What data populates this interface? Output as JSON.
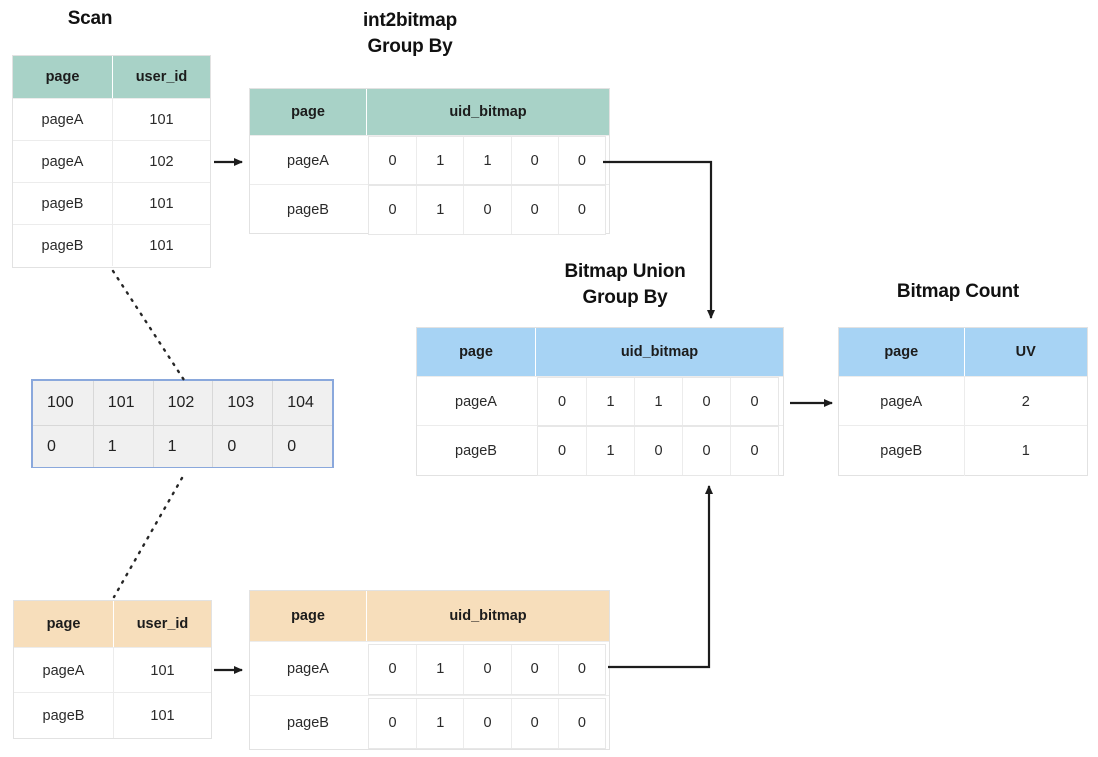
{
  "diagram": {
    "title_scan": "Scan",
    "title_int2bitmap": "int2bitmap\nGroup By",
    "title_bitmap_union": "Bitmap Union\nGroup By",
    "title_bitmap_count": "Bitmap Count",
    "colors": {
      "green_header": "#a8d2c7",
      "blue_header": "#a7d3f4",
      "orange_header": "#f7debb",
      "strip_border": "#8aa8dc",
      "strip_fill": "#f0f0f0",
      "arrow": "#1c1c1c",
      "background": "#ffffff"
    }
  },
  "scan_table_top": {
    "headers": [
      "page",
      "user_id"
    ],
    "rows": [
      [
        "pageA",
        "101"
      ],
      [
        "pageA",
        "102"
      ],
      [
        "pageB",
        "101"
      ],
      [
        "pageB",
        "101"
      ]
    ]
  },
  "int2bitmap_table": {
    "headers": [
      "page",
      "uid_bitmap"
    ],
    "rows": [
      {
        "page": "pageA",
        "bits": [
          "0",
          "1",
          "1",
          "0",
          "0"
        ]
      },
      {
        "page": "pageB",
        "bits": [
          "0",
          "1",
          "0",
          "0",
          "0"
        ]
      }
    ]
  },
  "bitmap_strip": {
    "ids": [
      "100",
      "101",
      "102",
      "103",
      "104"
    ],
    "bits": [
      "0",
      "1",
      "1",
      "0",
      "0"
    ]
  },
  "bitmap_union_table": {
    "headers": [
      "page",
      "uid_bitmap"
    ],
    "rows": [
      {
        "page": "pageA",
        "bits": [
          "0",
          "1",
          "1",
          "0",
          "0"
        ]
      },
      {
        "page": "pageB",
        "bits": [
          "0",
          "1",
          "0",
          "0",
          "0"
        ]
      }
    ]
  },
  "bitmap_count_table": {
    "headers": [
      "page",
      "UV"
    ],
    "rows": [
      [
        "pageA",
        "2"
      ],
      [
        "pageB",
        "1"
      ]
    ]
  },
  "scan_table_bottom": {
    "headers": [
      "page",
      "user_id"
    ],
    "rows": [
      [
        "pageA",
        "101"
      ],
      [
        "pageB",
        "101"
      ]
    ]
  },
  "int2bitmap_table_bottom": {
    "headers": [
      "page",
      "uid_bitmap"
    ],
    "rows": [
      {
        "page": "pageA",
        "bits": [
          "0",
          "1",
          "0",
          "0",
          "0"
        ]
      },
      {
        "page": "pageB",
        "bits": [
          "0",
          "1",
          "0",
          "0",
          "0"
        ]
      }
    ]
  },
  "connectors": [
    {
      "name": "scan-to-int2bitmap-top",
      "kind": "arrow-right"
    },
    {
      "name": "int2bitmap-top-to-union",
      "kind": "elbow-down"
    },
    {
      "name": "union-to-count",
      "kind": "arrow-right"
    },
    {
      "name": "scan-to-int2bitmap-bottom",
      "kind": "arrow-right"
    },
    {
      "name": "int2bitmap-bottom-to-union",
      "kind": "elbow-up"
    },
    {
      "name": "scan-top-to-strip",
      "kind": "dotted"
    },
    {
      "name": "strip-to-scan-bottom",
      "kind": "dotted"
    }
  ]
}
